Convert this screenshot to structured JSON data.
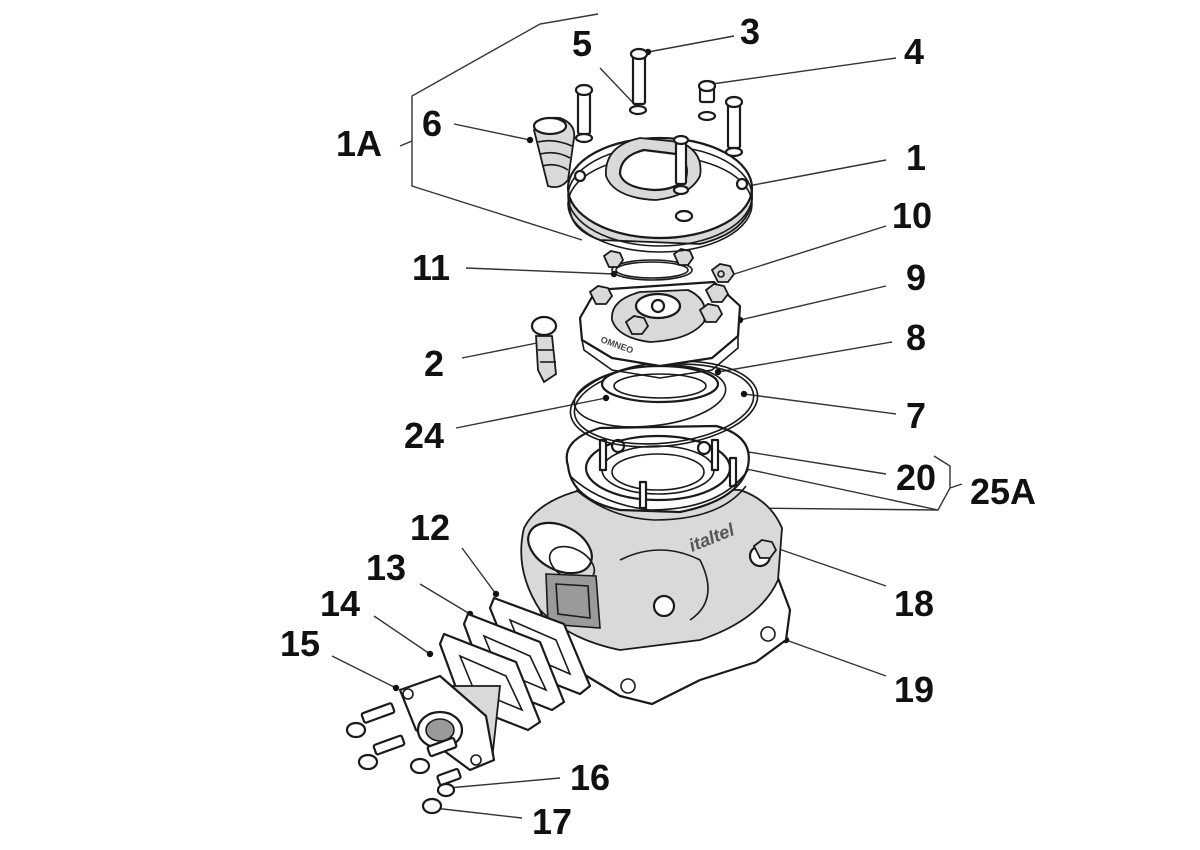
{
  "diagram": {
    "labels": {
      "l1": "1",
      "l1A": "1A",
      "l2": "2",
      "l3": "3",
      "l4": "4",
      "l5": "5",
      "l6": "6",
      "l7": "7",
      "l8": "8",
      "l9": "9",
      "l10": "10",
      "l11": "11",
      "l12": "12",
      "l13": "13",
      "l14": "14",
      "l15": "15",
      "l16": "16",
      "l17": "17",
      "l18": "18",
      "l19": "19",
      "l20": "20",
      "l24": "24",
      "l25A": "25A"
    },
    "brand_marks": {
      "cylinder": "italtel",
      "head": "OMNEO"
    }
  }
}
